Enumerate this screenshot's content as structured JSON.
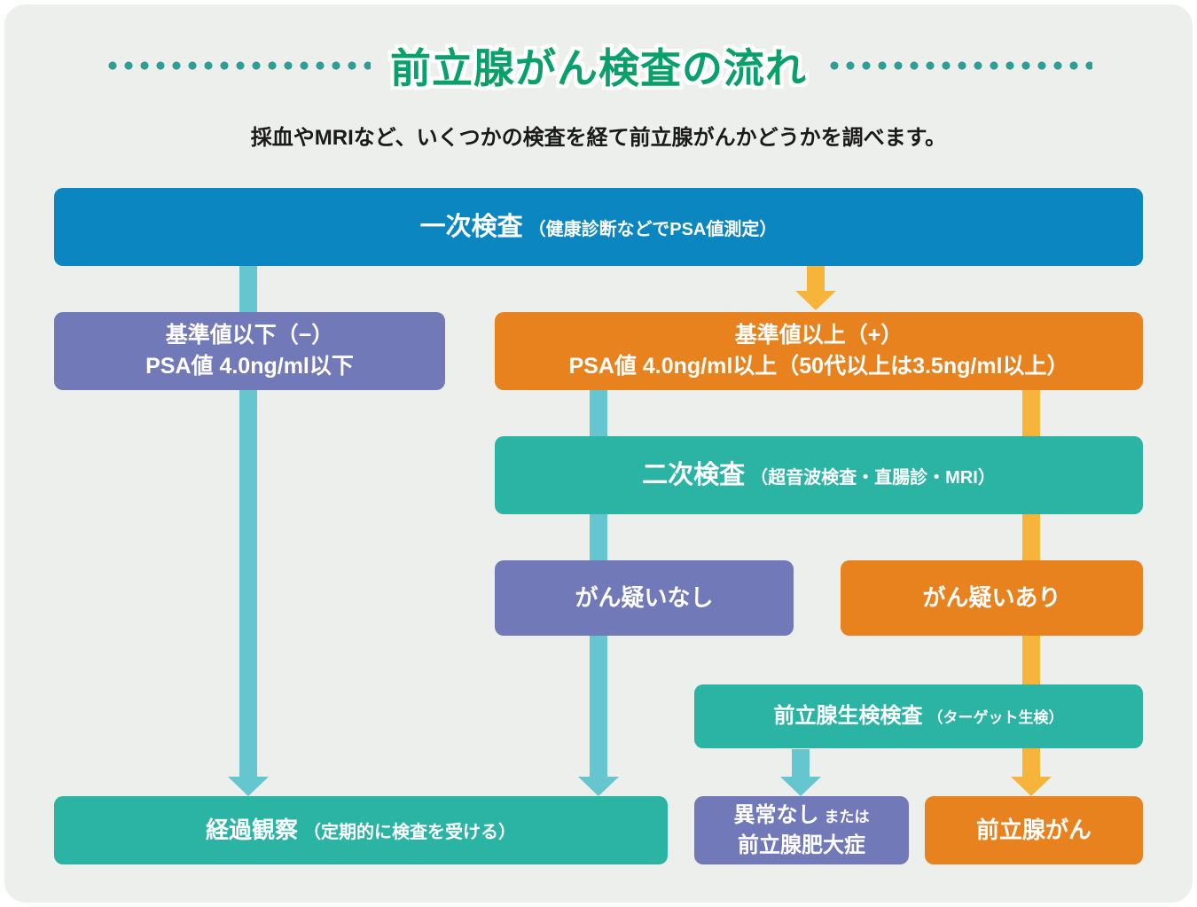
{
  "page": {
    "title": "前立腺がん検査の流れ",
    "subtitle": "採血やMRIなど、いくつかの検査を経て前立腺がんかどうかを調べます。"
  },
  "boxes": {
    "primary": {
      "main": "一次検査",
      "note": "（健康診断などでPSA値測定）"
    },
    "below": {
      "line1": "基準値以下（−）",
      "line2": "PSA値 4.0ng/ml以下"
    },
    "above": {
      "line1": "基準値以上（+）",
      "line2": "PSA値 4.0ng/ml以上（50代以上は3.5ng/ml以上）"
    },
    "secondary": {
      "main": "二次検査",
      "note": "（超音波検査・直腸診・MRI）"
    },
    "no_suspicion": {
      "label": "がん疑いなし"
    },
    "suspicion": {
      "label": "がん疑いあり"
    },
    "biopsy": {
      "main": "前立腺生検検査",
      "note": "（ターゲット生検）"
    },
    "followup": {
      "main": "経過観察",
      "note": "（定期的に検査を受ける）"
    },
    "benign": {
      "main": "異常なし",
      "or": "または",
      "line2": "前立腺肥大症"
    },
    "cancer": {
      "label": "前立腺がん"
    }
  },
  "colors": {
    "page": "#ffffff",
    "background": "#edefec",
    "blue": "#0b86c0",
    "purple": "#7279b8",
    "orange": "#e8821f",
    "teal": "#2bb3a4",
    "arrow_teal": "#66c6cf",
    "arrow_yellow": "#f6b53a",
    "title_green": "#0aa06b",
    "dot_teal": "#2d9d95",
    "text_dark": "#1a1a1a"
  }
}
